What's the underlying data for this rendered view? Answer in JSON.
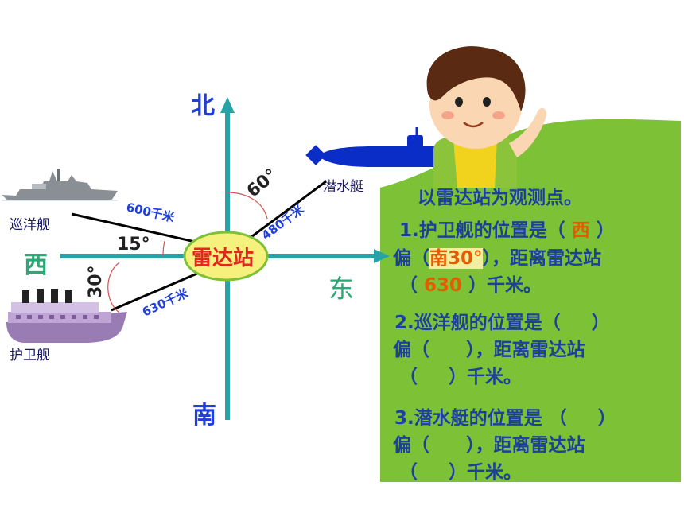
{
  "directions": {
    "north": "北",
    "south": "南",
    "west": "西",
    "east": "东"
  },
  "center": {
    "label": "雷达站"
  },
  "ships": {
    "cruiser": "巡洋舰",
    "frigate": "护卫舰",
    "submarine": "潜水艇"
  },
  "distances": {
    "cruiser": "600千米",
    "frigate": "630千米",
    "submarine": "480千米"
  },
  "angles": {
    "cruiser": "15°",
    "frigate": "30°",
    "submarine": "60°"
  },
  "colors": {
    "panel": "#7cc136",
    "axis": "#27a3a8",
    "radar_fill": "#f6f07c",
    "radar_text": "#e0281e",
    "question_text": "#1f3f9e",
    "answer_text": "#e65a00"
  },
  "panel": {
    "heading": "以雷达站为观测点。",
    "questions": [
      {
        "line1_prefix": "1.护卫舰的位置是（ ",
        "line1_answer": "西",
        "line1_suffix": " ）",
        "line2_prefix": "偏（",
        "line2_answer": "南30°",
        "line2_suffix": "），距离雷达站",
        "line3_prefix": "（ ",
        "line3_answer": "630",
        "line3_suffix": " ）千米。"
      },
      {
        "line1_prefix": "2.巡洋舰的位置是（ ",
        "line1_answer": "",
        "line1_suffix": "　 ）",
        "line2_prefix": "偏（",
        "line2_answer": "",
        "line2_suffix": "　　），距离雷达站",
        "line3_prefix": "（ ",
        "line3_answer": "",
        "line3_suffix": "　 ）千米。"
      },
      {
        "line1_prefix": "3.潜水艇的位置是 （ ",
        "line1_answer": "",
        "line1_suffix": "　 ）",
        "line2_prefix": "偏（",
        "line2_answer": "",
        "line2_suffix": "　　），距离雷达站",
        "line3_prefix": "（ ",
        "line3_answer": "",
        "line3_suffix": "　 ）千米。"
      }
    ]
  }
}
